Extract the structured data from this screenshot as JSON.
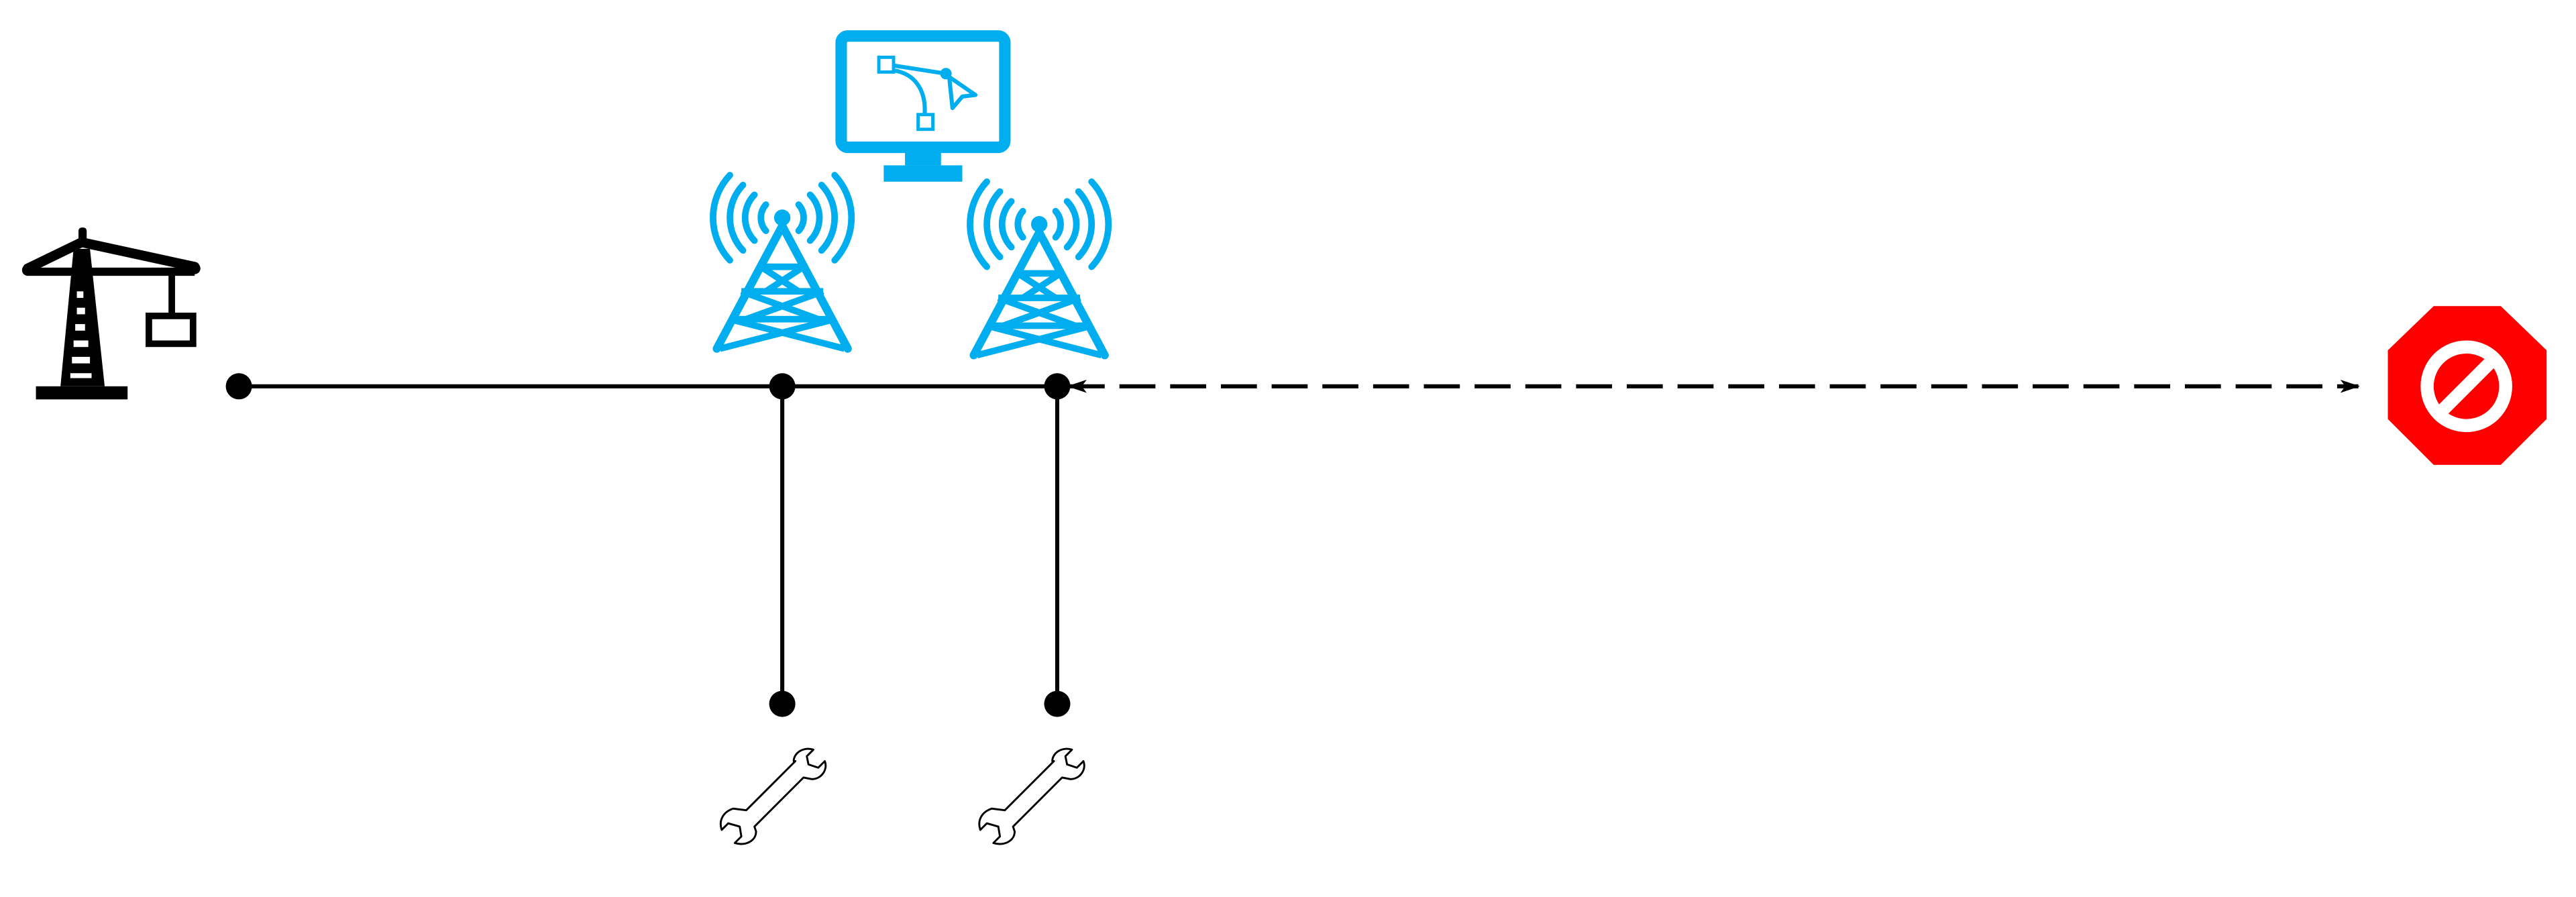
{
  "diagram": {
    "type": "network-topology",
    "nodes": [
      {
        "id": "crane",
        "icon": "crane-icon"
      },
      {
        "id": "monitor",
        "icon": "monitor-vector-edit-icon"
      },
      {
        "id": "tower-1",
        "icon": "radio-tower-icon"
      },
      {
        "id": "tower-2",
        "icon": "radio-tower-icon"
      },
      {
        "id": "wrench-1",
        "icon": "wrench-icon"
      },
      {
        "id": "wrench-2",
        "icon": "wrench-icon"
      },
      {
        "id": "blocked",
        "icon": "no-entry-octagon-icon"
      }
    ],
    "links": [
      {
        "from": "crane",
        "to": "tower-1",
        "style": "solid"
      },
      {
        "from": "tower-1",
        "to": "tower-2",
        "style": "solid"
      },
      {
        "from": "tower-1",
        "to": "wrench-1",
        "style": "solid"
      },
      {
        "from": "tower-2",
        "to": "wrench-2",
        "style": "solid"
      },
      {
        "from": "tower-2",
        "to": "blocked",
        "style": "dashed",
        "direction": "both"
      }
    ],
    "colors": {
      "line": "#000000",
      "accent_blue": "#00aeef",
      "stop_red": "#ff0000",
      "background": "#ffffff"
    }
  }
}
